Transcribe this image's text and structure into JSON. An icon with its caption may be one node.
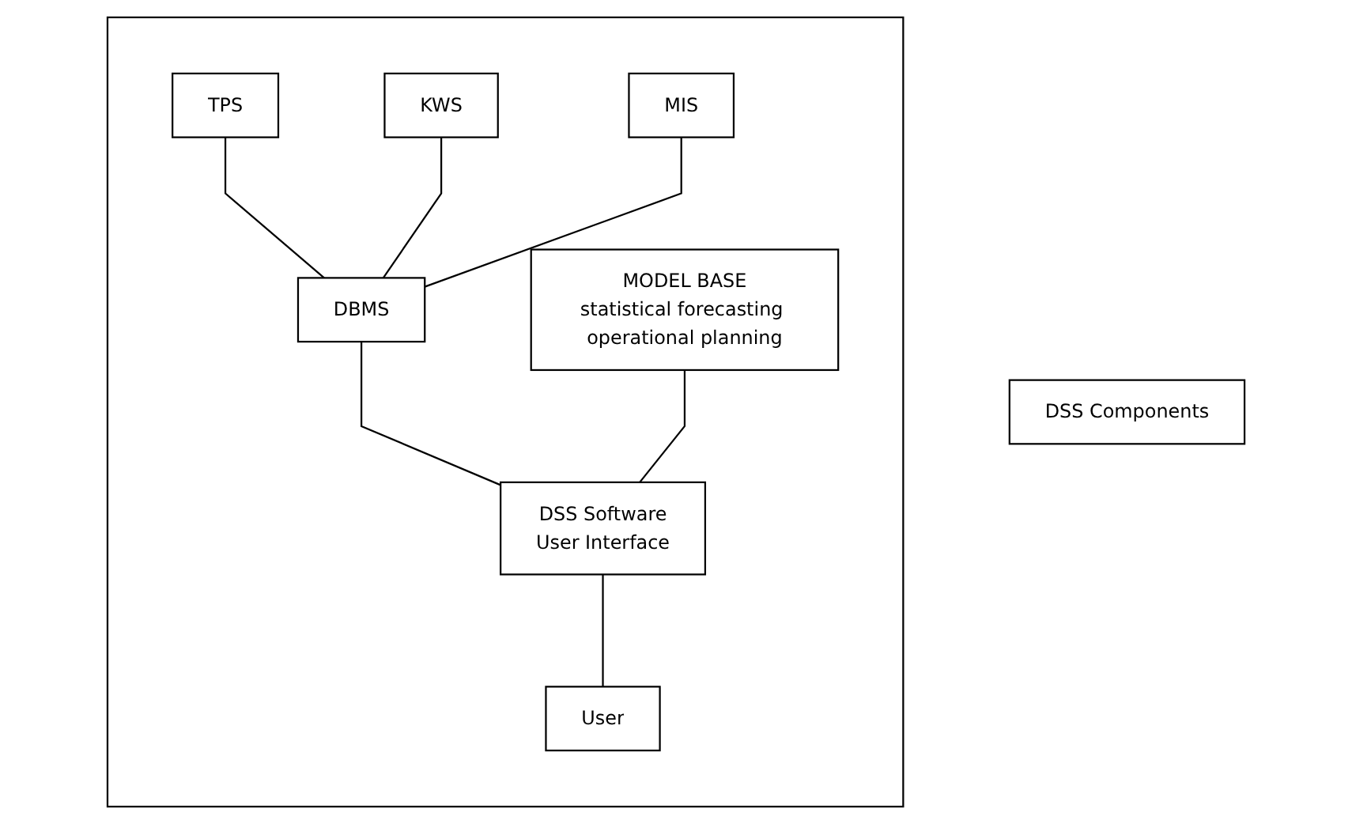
{
  "diagram": {
    "nodes": [
      {
        "text": [
          "DSS Components"
        ]
      },
      {
        "text": [],
        "shape": "box"
      },
      {
        "text": [
          "TPS"
        ],
        "in": 1
      },
      {
        "text": [
          "KWS"
        ],
        "in": 1
      },
      {
        "text": [
          "MIS"
        ],
        "in": 1
      },
      {
        "text": [
          "MODEL BASE",
          "statistical forecasting operational planning"
        ],
        "in": 1
      },
      {
        "text": [
          "DBMS"
        ],
        "in": 1
      },
      {
        "text": [
          "DSS Software",
          "User Interface"
        ],
        "in": 1
      },
      {
        "text": [
          "User"
        ],
        "in": 1
      }
    ],
    "edges": [
      {
        "from": 2,
        "to": 6,
        "arrow": "none"
      },
      {
        "from": 3,
        "to": 6,
        "arrow": "none"
      },
      {
        "from": 4,
        "to": 6,
        "arrow": "none"
      },
      {
        "from": 6,
        "to": 7,
        "arrow": "none"
      },
      {
        "from": 5,
        "to": 7,
        "arrow": "none"
      },
      {
        "from": 7,
        "to": 8,
        "arrow": "none"
      }
    ]
  }
}
